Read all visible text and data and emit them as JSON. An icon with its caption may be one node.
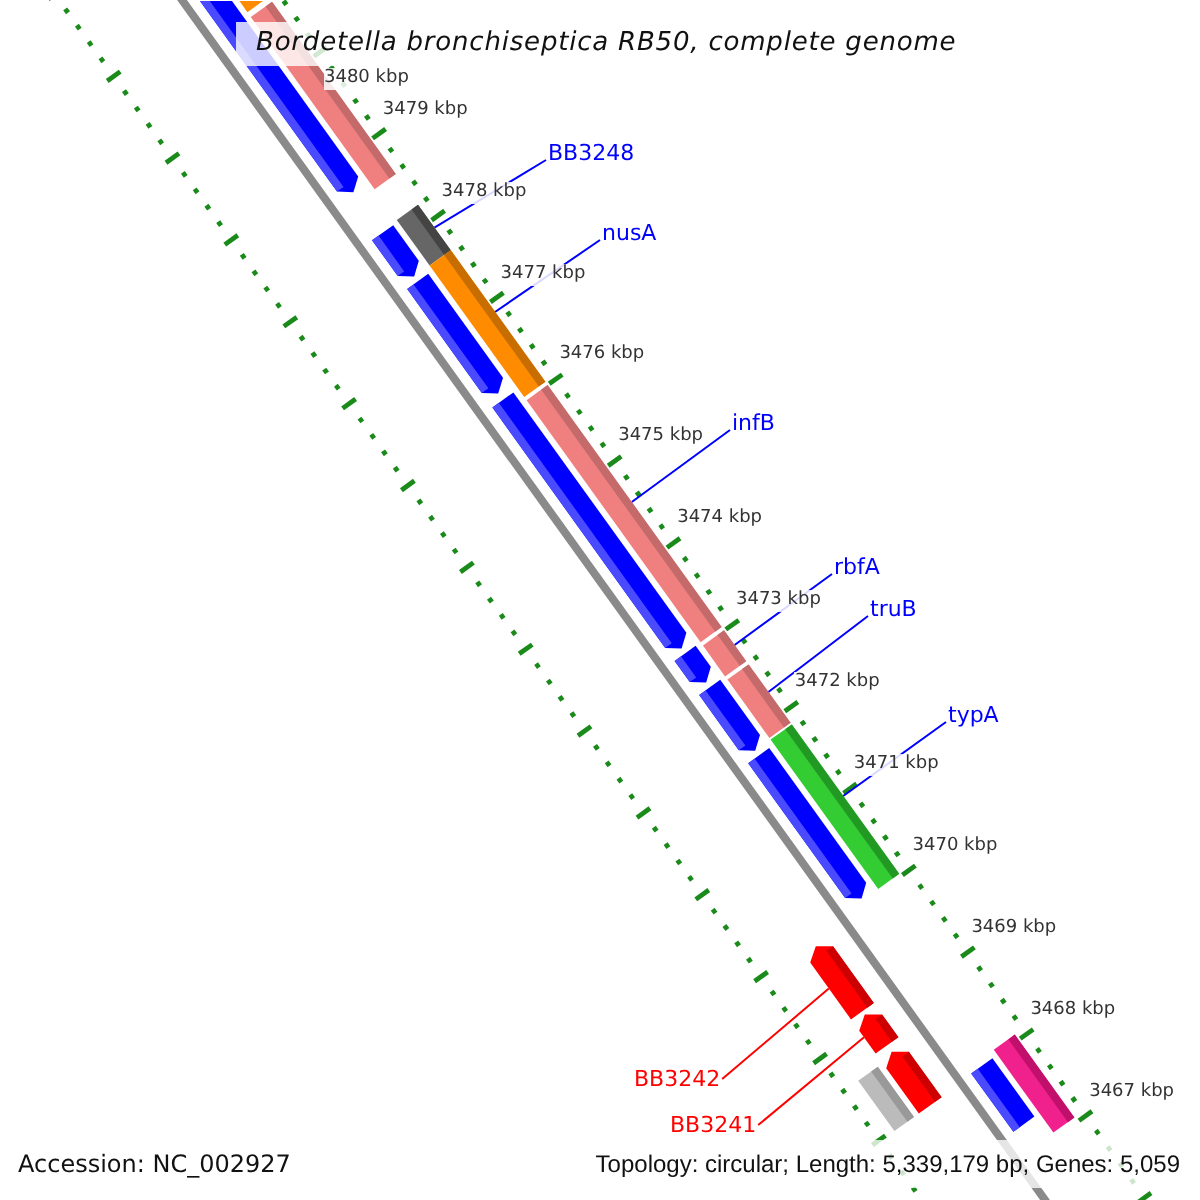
{
  "diagram": {
    "title": "Bordetella bronchiseptica RB50, complete genome",
    "nodes": [
      {
        "text": [
          "BB3248"
        ]
      },
      {
        "text": [
          "nusA"
        ]
      },
      {
        "text": [
          "infB"
        ]
      },
      {
        "text": [
          "rbfA"
        ]
      },
      {
        "text": [
          "truB"
        ]
      },
      {
        "text": [
          "typA"
        ]
      },
      {
        "text": [
          "BB3242"
        ]
      },
      {
        "text": [
          "BB3241"
        ]
      },
      {
        "text": [],
        "shape": "bar"
      },
      {
        "text": [],
        "shape": "bar"
      },
      {
        "text": [],
        "shape": "bar"
      },
      {
        "text": [],
        "shape": "bar"
      },
      {
        "text": [],
        "shape": "bar"
      },
      {
        "text": [],
        "shape": "bar"
      },
      {
        "text": [],
        "shape": "bar"
      },
      {
        "text": [],
        "shape": "bar"
      },
      {
        "text": [],
        "shape": "bar"
      },
      {
        "text": [],
        "shape": "bar"
      },
      {
        "text": [],
        "shape": "bar"
      },
      {
        "text": [],
        "shape": "bar"
      },
      {
        "text": [],
        "shape": "bar"
      },
      {
        "text": [],
        "shape": "bar"
      },
      {
        "text": [],
        "shape": "bar"
      },
      {
        "text": [],
        "shape": "bar"
      },
      {
        "text": [],
        "shape": "bar"
      },
      {
        "text": [],
        "shape": "bar"
      },
      {
        "text": [],
        "shape": "bar"
      },
      {
        "text": [],
        "shape": "bar"
      },
      {
        "text": [],
        "shape": "bar"
      }
    ],
    "edges": [
      {
        "from": 0,
        "to": 11,
        "arrow": "none"
      },
      {
        "from": 1,
        "to": 13,
        "arrow": "none"
      },
      {
        "from": 2,
        "to": 16,
        "arrow": "none"
      },
      {
        "from": 3,
        "to": 18,
        "arrow": "none"
      },
      {
        "from": 4,
        "to": 20,
        "arrow": "none"
      },
      {
        "from": 5,
        "to": 21,
        "arrow": "none"
      },
      {
        "from": 6,
        "to": 23,
        "arrow": "none",
        "color": "#ff0000"
      },
      {
        "from": 7,
        "to": 24,
        "arrow": "none",
        "color": "#ff0000"
      }
    ],
    "labels": [
      "3480 kbp",
      "3479 kbp",
      "3478 kbp",
      "3477 kbp",
      "3476 kbp",
      "3475 kbp",
      "3474 kbp",
      "3473 kbp",
      "3472 kbp",
      "3471 kbp",
      "3470 kbp",
      "3469 kbp",
      "3468 kbp",
      "3467 kbp",
      "Accession: NC_002927",
      "Topology: circular; Length: 5,339,179 bp; Genes: 5,059"
    ]
  }
}
